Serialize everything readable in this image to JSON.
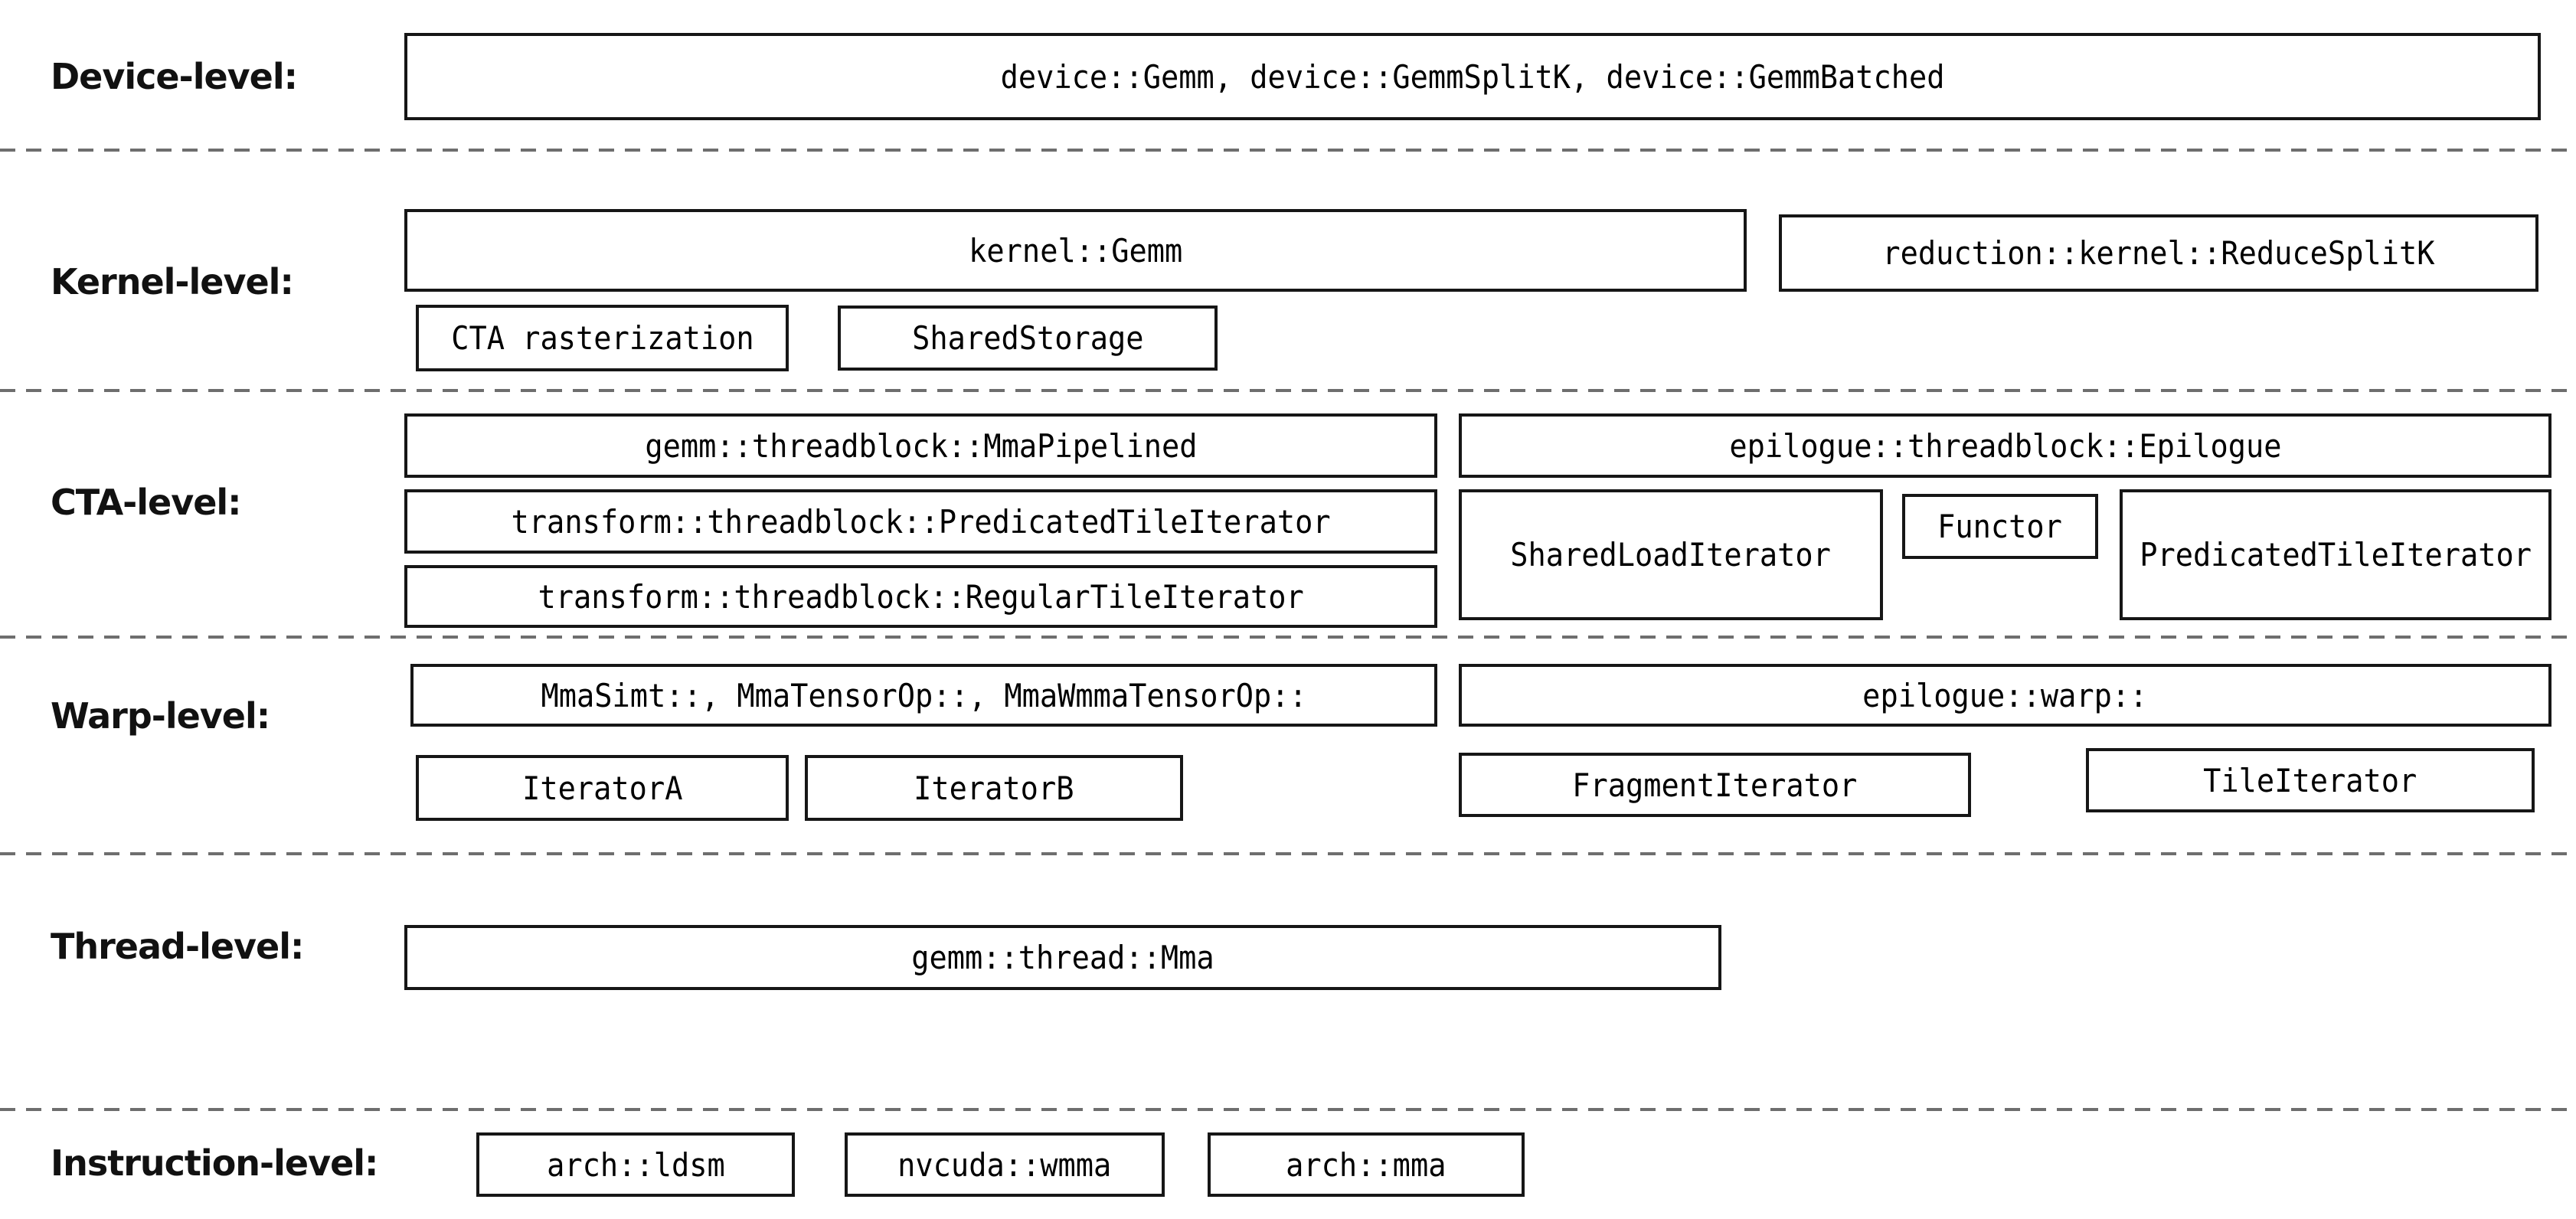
{
  "title": "CUTLASS GEMM component hierarchy diagram",
  "colors": {
    "background": "#ffffff",
    "box_border": "#161616",
    "text": "#000000",
    "dashed_separator": "#6e6e6e"
  },
  "levels": {
    "device": {
      "label": "Device-level:"
    },
    "kernel": {
      "label": "Kernel-level:"
    },
    "cta": {
      "label": "CTA-level:"
    },
    "warp": {
      "label": "Warp-level:"
    },
    "thread": {
      "label": "Thread-level:"
    },
    "instruction": {
      "label": "Instruction-level:"
    }
  },
  "boxes": {
    "device_gemm": "device::Gemm, device::GemmSplitK, device::GemmBatched",
    "kernel_gemm": "kernel::Gemm",
    "reduce_splitk": "reduction::kernel::ReduceSplitK",
    "cta_rasterization": "CTA rasterization",
    "shared_storage": "SharedStorage",
    "mma_pipelined": "gemm::threadblock::MmaPipelined",
    "epilogue_threadblock": "epilogue::threadblock::Epilogue",
    "predicated_tile_iterator_transform": "transform::threadblock::PredicatedTileIterator",
    "shared_load_iterator": "SharedLoadIterator",
    "functor": "Functor",
    "predicated_tile_iterator_epilogue": "PredicatedTileIterator",
    "regular_tile_iterator": "transform::threadblock::RegularTileIterator",
    "mma_simt": "MmaSimt::, MmaTensorOp::, MmaWmmaTensorOp::",
    "epilogue_warp": "epilogue::warp::",
    "iterator_a": "IteratorA",
    "iterator_b": "IteratorB",
    "fragment_iterator": "FragmentIterator",
    "tile_iterator": "TileIterator",
    "gemm_thread_mma": "gemm::thread::Mma",
    "arch_ldsm": "arch::ldsm",
    "nvcuda_wmma": "nvcuda::wmma",
    "arch_mma": "arch::mma"
  }
}
